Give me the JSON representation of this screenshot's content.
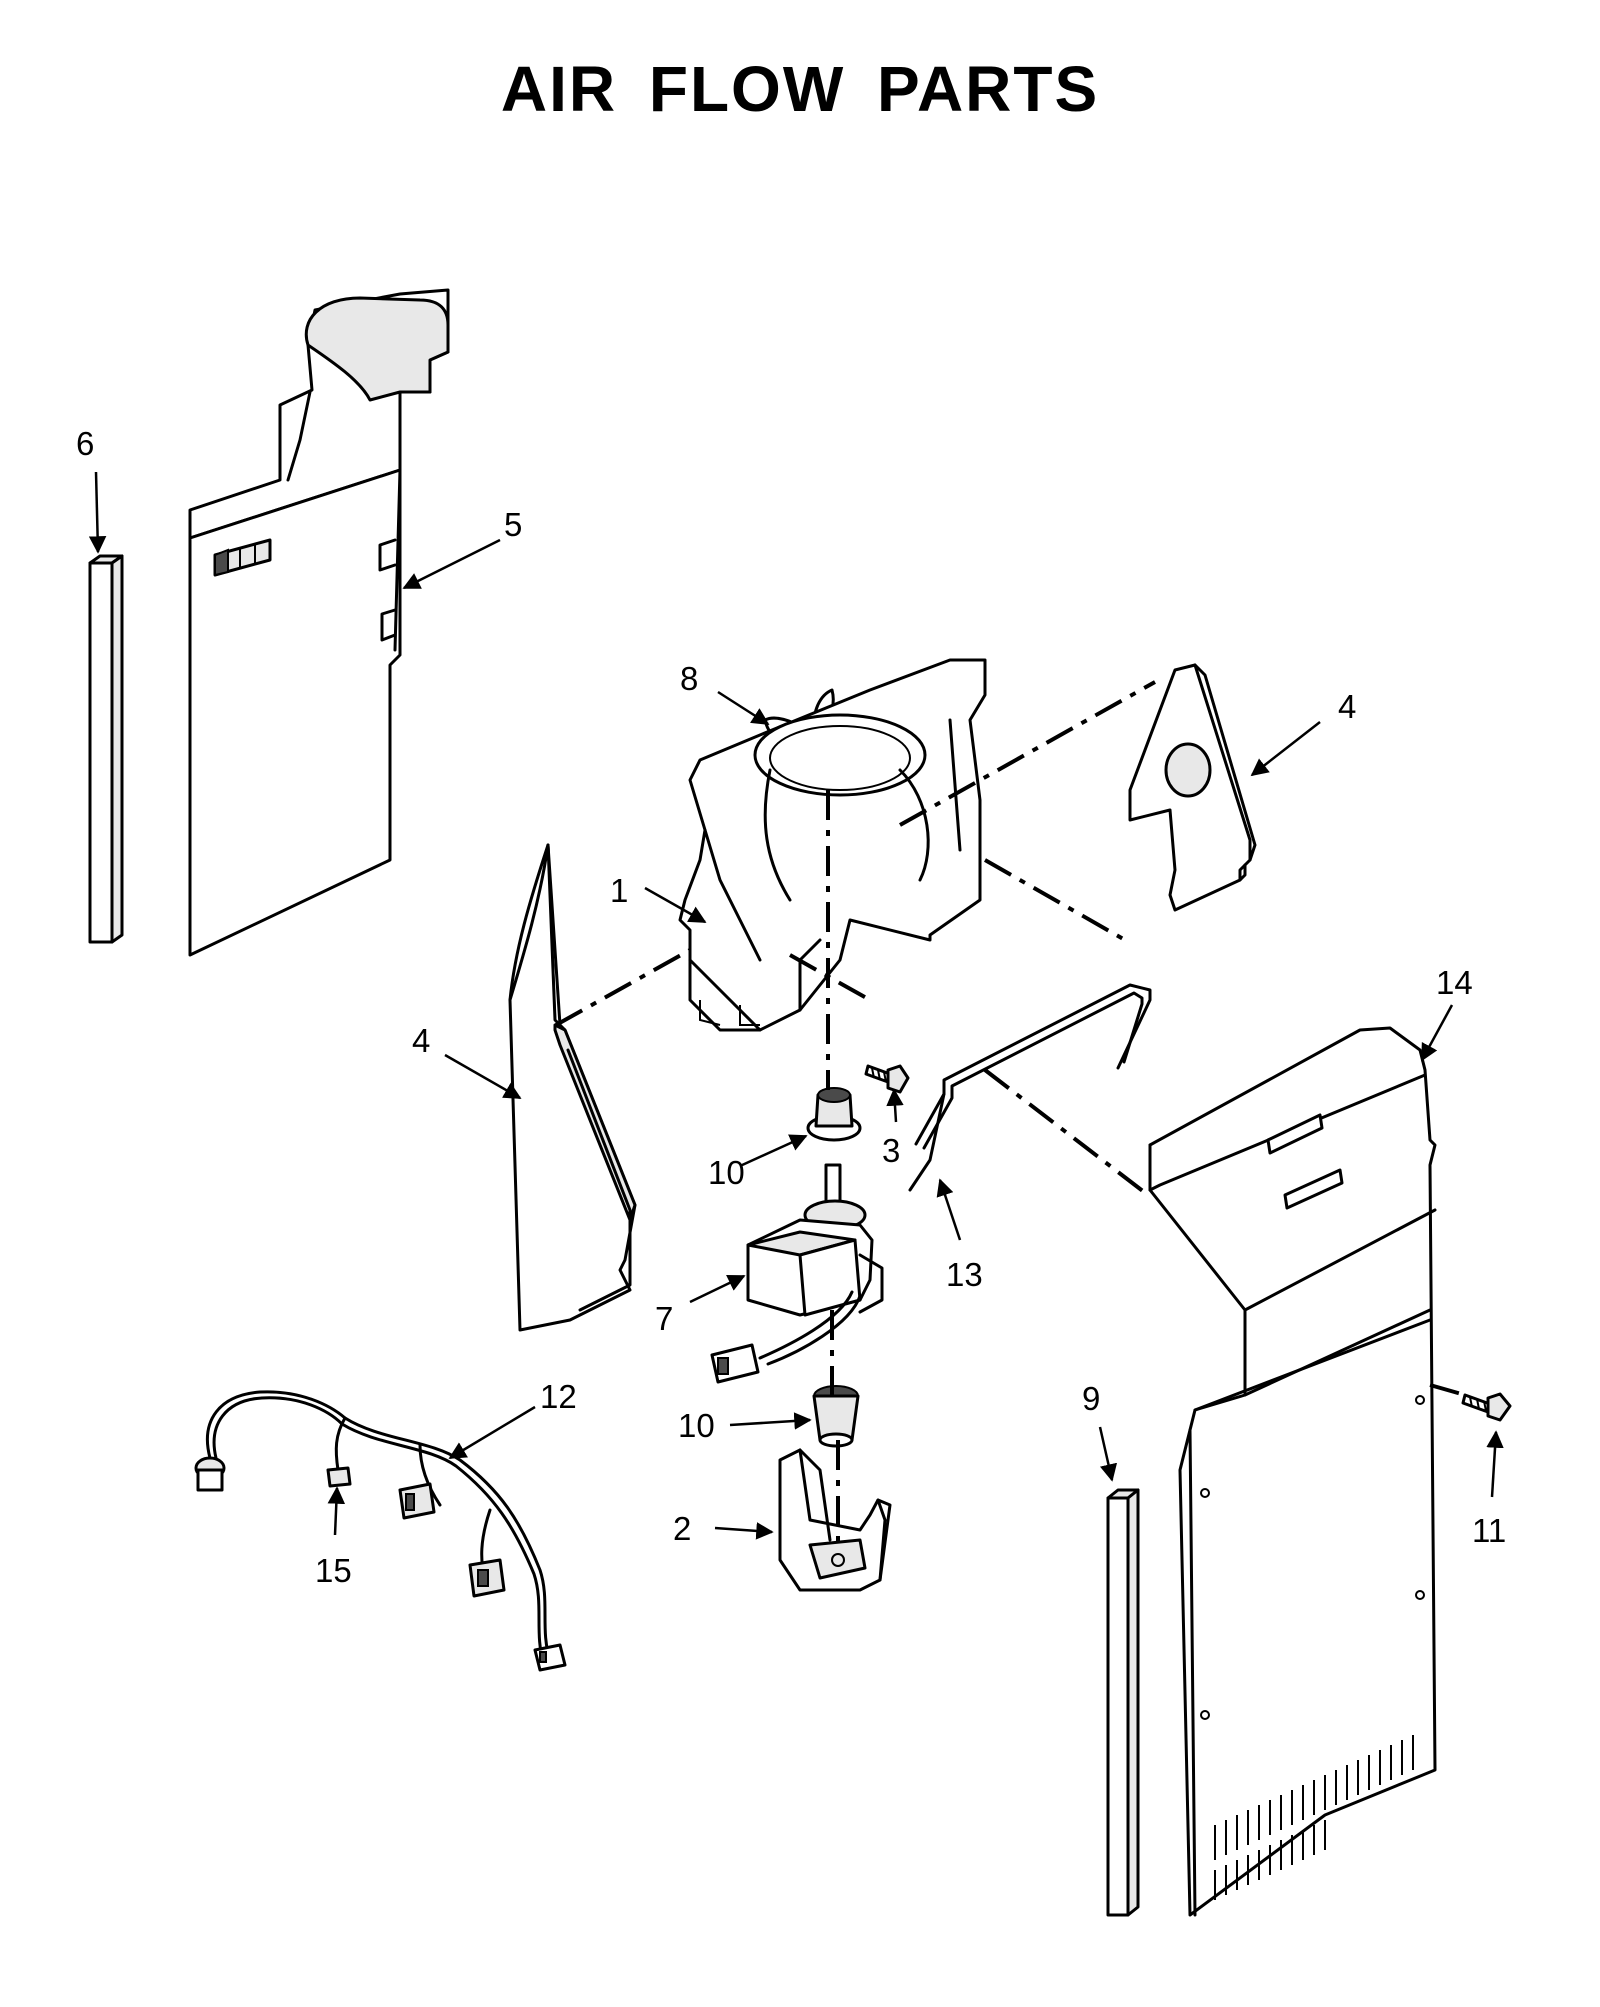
{
  "title": "AIR FLOW PARTS",
  "callouts": [
    {
      "id": "c1",
      "text": "1"
    },
    {
      "id": "c2",
      "text": "2"
    },
    {
      "id": "c3",
      "text": "3"
    },
    {
      "id": "c4a",
      "text": "4"
    },
    {
      "id": "c4b",
      "text": "4"
    },
    {
      "id": "c5",
      "text": "5"
    },
    {
      "id": "c6",
      "text": "6"
    },
    {
      "id": "c7",
      "text": "7"
    },
    {
      "id": "c8",
      "text": "8"
    },
    {
      "id": "c9",
      "text": "9"
    },
    {
      "id": "c10a",
      "text": "10"
    },
    {
      "id": "c10b",
      "text": "10"
    },
    {
      "id": "c11",
      "text": "11"
    },
    {
      "id": "c12",
      "text": "12"
    },
    {
      "id": "c13",
      "text": "13"
    },
    {
      "id": "c14",
      "text": "14"
    },
    {
      "id": "c15",
      "text": "15"
    }
  ]
}
